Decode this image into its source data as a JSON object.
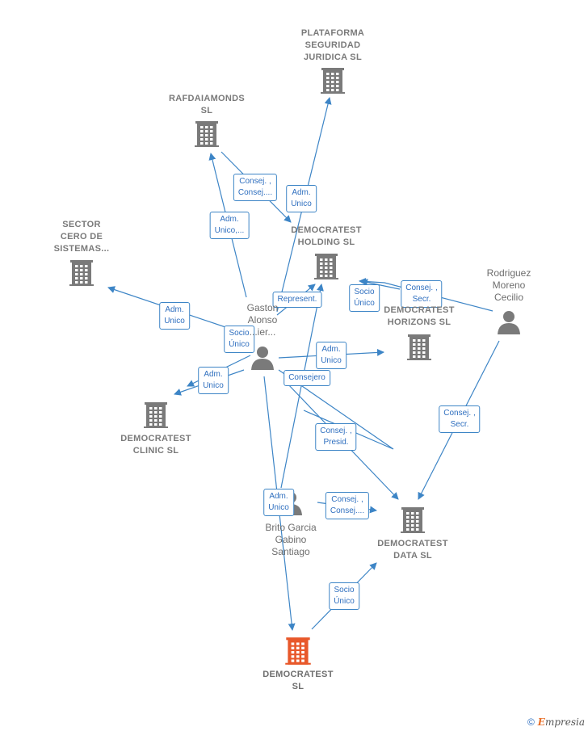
{
  "nodes": [
    {
      "id": "plataforma",
      "type": "company",
      "label": "PLATAFORMA\nSEGURIDAD\nJURIDICA SL"
    },
    {
      "id": "rafdaiamonds",
      "type": "company",
      "label": "RAFDAIAMONDS\nSL"
    },
    {
      "id": "sector",
      "type": "company",
      "label": "SECTOR\nCERO DE\nSISTEMAS..."
    },
    {
      "id": "holding",
      "type": "company",
      "label": "DEMOCRATEST\nHOLDING SL"
    },
    {
      "id": "horizons",
      "type": "company",
      "label": "DEMOCRATEST\nHORIZONS SL"
    },
    {
      "id": "clinic",
      "type": "company",
      "label": "DEMOCRATEST\nCLINIC SL"
    },
    {
      "id": "data",
      "type": "company",
      "label": "DEMOCRATEST\nDATA SL"
    },
    {
      "id": "main",
      "type": "company-main",
      "label": "DEMOCRATEST\nSL"
    },
    {
      "id": "gaston",
      "type": "person",
      "label": "Gaston\nAlonso\n...ier..."
    },
    {
      "id": "brito",
      "type": "person",
      "label": "Brito Garcia\nGabino\nSantiago"
    },
    {
      "id": "rodriguez",
      "type": "person",
      "label": "Rodriguez\nMoreno\nCecilio"
    }
  ],
  "edges": [
    {
      "from": "gaston",
      "to": "rafdaiamonds",
      "label": "Adm.\nUnico,..."
    },
    {
      "from": "rafdaiamonds",
      "to": "holding",
      "label": "Consej. ,\nConsej...."
    },
    {
      "from": "gaston",
      "to": "plataforma",
      "label": "Adm.\nUnico"
    },
    {
      "from": "gaston",
      "to": "sector",
      "label": "Adm.\nUnico"
    },
    {
      "from": "gaston",
      "to": "holding",
      "label": "Represent."
    },
    {
      "from": "gaston",
      "to": "clinic",
      "label": "Socio\nÚnico"
    },
    {
      "from": "gaston",
      "to": "clinic",
      "label": "Adm.\nUnico"
    },
    {
      "from": "gaston",
      "to": "horizons",
      "label": "Adm.\nUnico"
    },
    {
      "from": "gaston",
      "to": "horizons",
      "label": "Consejero"
    },
    {
      "from": "gaston",
      "to": "data",
      "label": "Consej. ,\nPresid."
    },
    {
      "from": "gaston",
      "to": "main",
      "label": "Adm.\nUnico"
    },
    {
      "from": "horizons",
      "to": "holding",
      "label": "Socio\nÚnico"
    },
    {
      "from": "rodriguez",
      "to": "holding",
      "label": "Consej. ,\nSecr."
    },
    {
      "from": "rodriguez",
      "to": "data",
      "label": "Consej. ,\nSecr."
    },
    {
      "from": "brito",
      "to": "data",
      "label": "Consej. ,\nConsej...."
    },
    {
      "from": "brito",
      "to": "holding",
      "label": ""
    },
    {
      "from": "main",
      "to": "data",
      "label": "Socio\nÚnico"
    }
  ],
  "colors": {
    "company": "#7a7a7a",
    "main": "#e8582a",
    "person": "#7a7a7a",
    "edge": "#3d85c6",
    "edgeText": "#2f6fbf"
  },
  "icons": {
    "company": "building-icon",
    "person": "person-icon",
    "copyright": "copyright-icon"
  },
  "footer": {
    "copyright": "©",
    "brand_initial": "E",
    "brand_rest": "mpresia"
  }
}
